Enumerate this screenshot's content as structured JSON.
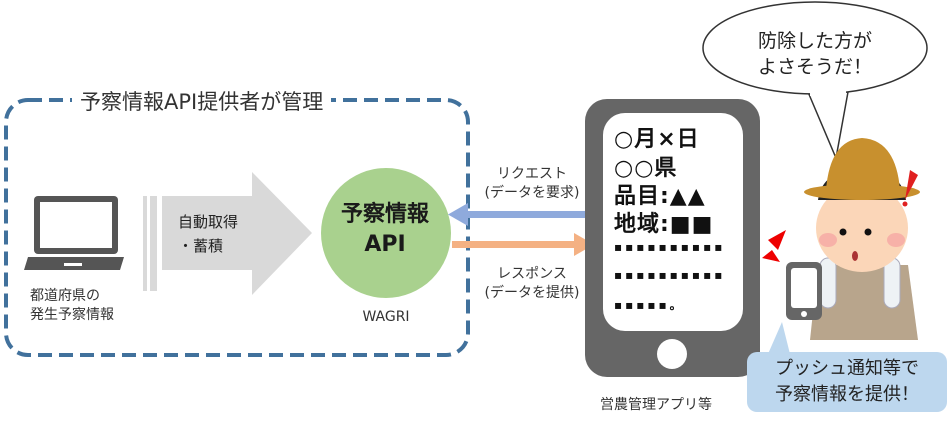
{
  "managed_box": {
    "title": "予察情報API提供者が管理"
  },
  "source": {
    "label_line1": "都道府県の",
    "label_line2": "発生予察情報"
  },
  "transfer_arrow": {
    "line1": "自動取得",
    "line2": "・蓄積"
  },
  "api_node": {
    "line1": "予察情報",
    "line2": "API",
    "platform": "WAGRI"
  },
  "request": {
    "line1": "リクエスト",
    "line2": "(データを要求)"
  },
  "response": {
    "line1": "レスポンス",
    "line2": "(データを提供)"
  },
  "app_screen": {
    "lines": [
      "○月×日",
      "○○県",
      "品目:▲▲",
      "地域:■■"
    ],
    "dots": [
      "…………",
      "…………",
      "…….。"
    ],
    "dots_text": [
      "▪▪▪▪▪▪▪▪▪▪",
      "▪▪▪▪▪▪▪▪▪▪",
      "▪▪▪▪▪。"
    ]
  },
  "app_caption": "営農管理アプリ等",
  "speech_bubble": {
    "line1": "防除した方が",
    "line2": "よさそうだ！"
  },
  "push_callout": {
    "line1": "プッシュ通知等で",
    "line2": "予察情報を提供！"
  },
  "colors": {
    "dashed_border": "#41719c",
    "api_circle": "#a9d18e",
    "request_arrow": "#8faadc",
    "response_arrow": "#f4b183",
    "phone": "#666666",
    "callout": "#bdd7ee"
  }
}
